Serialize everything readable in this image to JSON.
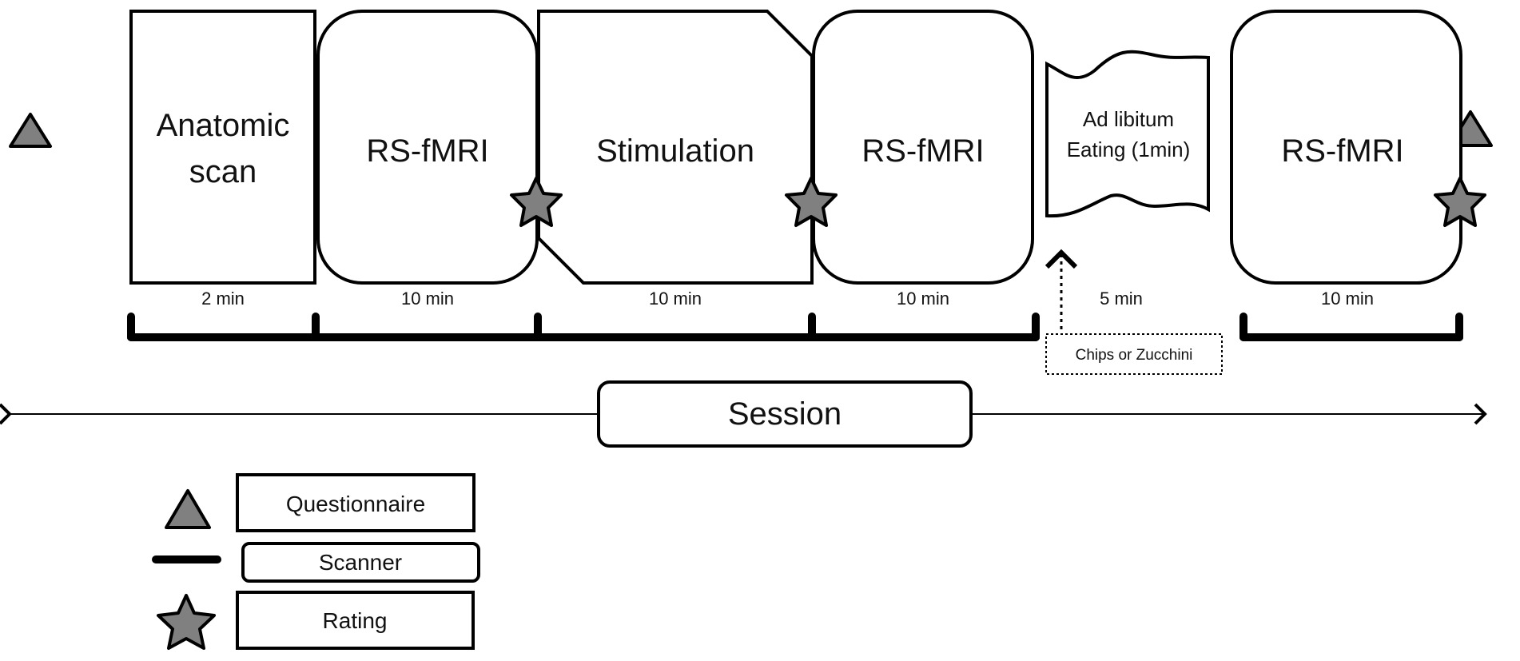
{
  "stages": [
    {
      "label_lines": [
        "Anatomic",
        "scan"
      ],
      "duration": "2 min"
    },
    {
      "label_lines": [
        "RS-fMRI"
      ],
      "duration": "10 min"
    },
    {
      "label_lines": [
        "Stimulation"
      ],
      "duration": "10 min"
    },
    {
      "label_lines": [
        "RS-fMRI"
      ],
      "duration": "10 min"
    },
    {
      "label_lines": [
        "Ad libitum",
        "Eating (1min)"
      ],
      "duration": "5 min"
    },
    {
      "label_lines": [
        "RS-fMRI"
      ],
      "duration": "10 min"
    }
  ],
  "food_note": "Chips or Zucchini",
  "session_label": "Session",
  "legend": {
    "questionnaire": "Questionnaire",
    "scanner": "Scanner",
    "rating": "Rating"
  },
  "colors": {
    "marker_fill": "#808080",
    "outline": "#000000"
  },
  "icons": [
    "triangle-icon",
    "star-icon",
    "scanner-bar-icon"
  ]
}
